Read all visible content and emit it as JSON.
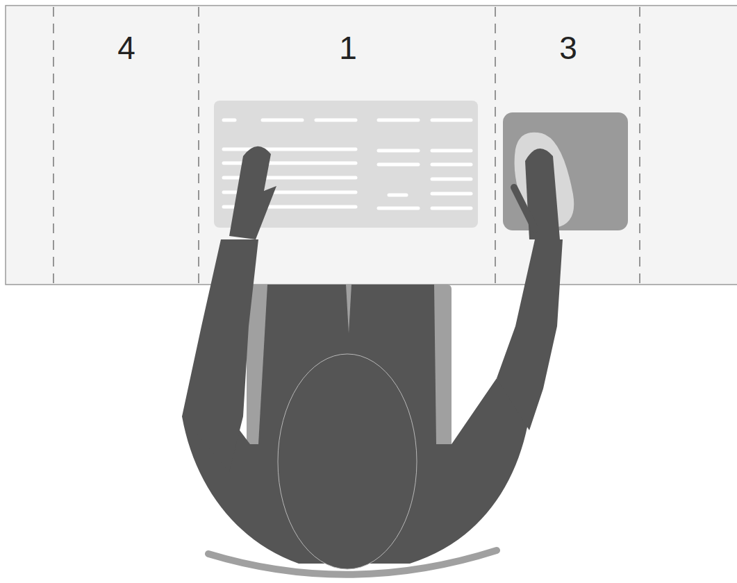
{
  "diagram": {
    "labels": [
      "4",
      "1",
      "3"
    ]
  }
}
